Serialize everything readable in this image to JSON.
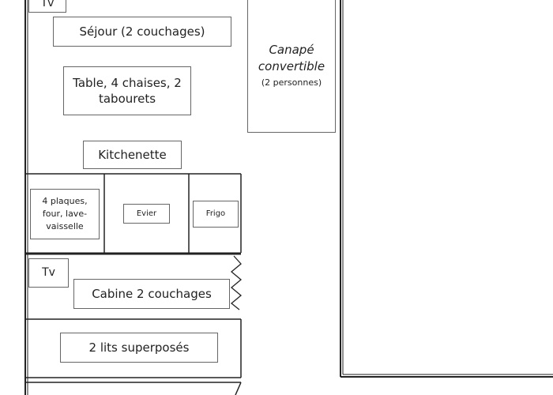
{
  "floorplan": {
    "tv_top": "Tv",
    "sejour": "Séjour (2 couchages)",
    "table": "Table, 4 chaises, 2 tabourets",
    "canape_title": "Canapé convertible",
    "canape_note": "(2 personnes)",
    "kitchenette": "Kitchenette",
    "plaques": "4 plaques, four, lave-vaisselle",
    "evier": "Evier",
    "frigo": "Frigo",
    "tv_cabin": "Tv",
    "cabine": "Cabine 2 couchages",
    "lits": "2 lits superposés"
  }
}
